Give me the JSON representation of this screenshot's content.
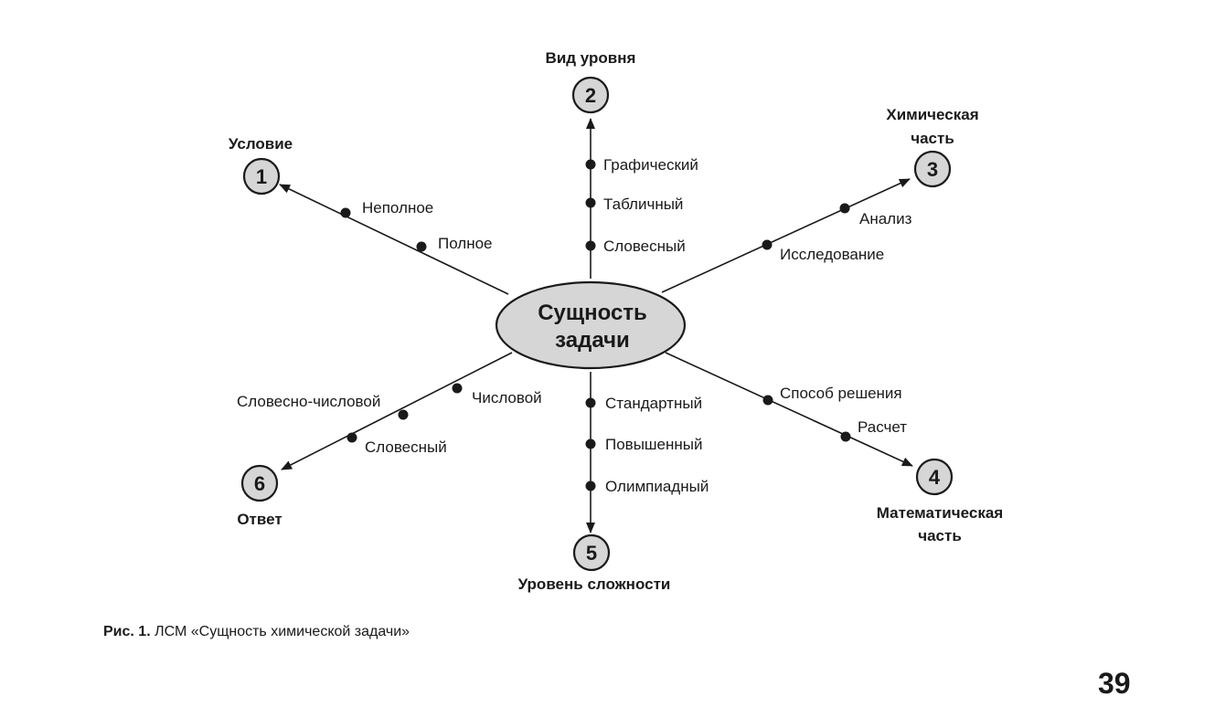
{
  "diagram": {
    "center": {
      "line1": "Сущность",
      "line2": "задачи"
    },
    "branches": [
      {
        "number": "1",
        "title": [
          "Условие"
        ],
        "items": [
          "Неполное",
          "Полное"
        ]
      },
      {
        "number": "2",
        "title": [
          "Вид уровня"
        ],
        "items": [
          "Графический",
          "Табличный",
          "Словесный"
        ]
      },
      {
        "number": "3",
        "title": [
          "Химическая",
          "часть"
        ],
        "items": [
          "Анализ",
          "Исследование"
        ]
      },
      {
        "number": "4",
        "title": [
          "Математическая",
          "часть"
        ],
        "items": [
          "Способ решения",
          "Расчет"
        ]
      },
      {
        "number": "5",
        "title": [
          "Уровень сложности"
        ],
        "items": [
          "Стандартный",
          "Повышенный",
          "Олимпиадный"
        ]
      },
      {
        "number": "6",
        "title": [
          "Ответ"
        ],
        "items": [
          "Словесно-числовой",
          "Числовой",
          "Словесный"
        ]
      }
    ]
  },
  "caption": {
    "prefix": "Рис. 1.",
    "text": "ЛСМ «Сущность химической задачи»"
  },
  "page_number": "39"
}
